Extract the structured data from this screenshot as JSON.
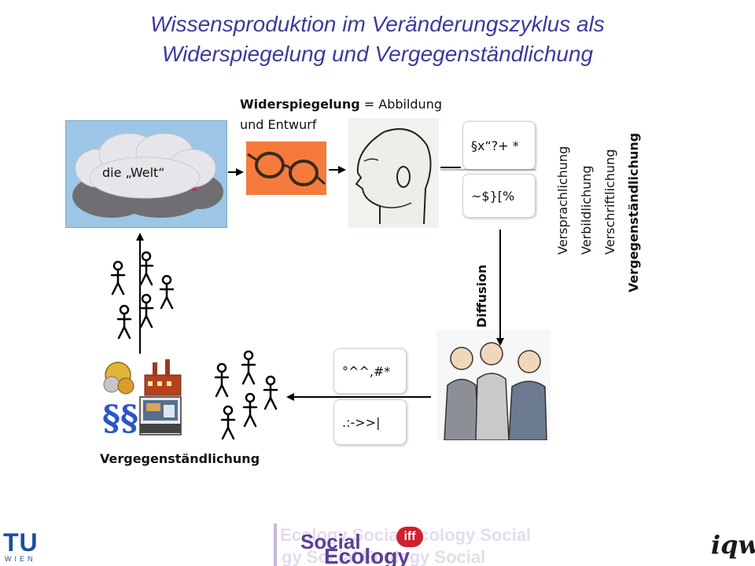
{
  "title_line1": "Wissensproduktion im Veränderungszyklus als",
  "title_line2": "Widerspiegelung und Vergegenständlichung",
  "widerspiegelung_term": "Widerspiegelung",
  "widerspiegelung_rest": " = Abbildung",
  "widerspiegelung_line2": "und Entwurf",
  "world_label": "die „Welt“",
  "bubble_top": "§x“?+ *",
  "bubble_mid": "~$}[%",
  "bubble_low1": "°^^,#*",
  "bubble_low2": ".:->>|",
  "vertical_labels": [
    "Versprachlichung",
    "Verbildlichung",
    "Verschriftlichung",
    "Vergegenständlichung"
  ],
  "diffusion_label": "Diffusion",
  "vergegenstaendlichung_label": "Vergegenständlichung",
  "logos": {
    "tu_main": "TU",
    "tu_sub": "WIEN",
    "iff_badge": "iff",
    "social_text": "Social",
    "ecology_text": "Ecology",
    "iqw": "iqw"
  },
  "colors": {
    "title": "#3b3b9a",
    "glasses_bg": "#f47b3c",
    "sky": "#9dc6e6",
    "iff_badge": "#d01f2f",
    "social": "#5b3f95"
  }
}
